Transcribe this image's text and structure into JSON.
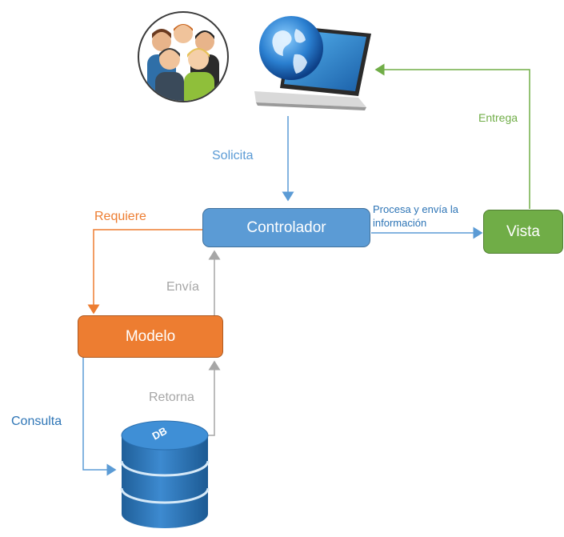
{
  "nodes": {
    "controlador": "Controlador",
    "vista": "Vista",
    "modelo": "Modelo",
    "db": "DB"
  },
  "edges": {
    "solicita": "Solicita",
    "procesa_line1": "Procesa y envía la",
    "procesa_line2": "información",
    "entrega": "Entrega",
    "requiere": "Requiere",
    "envia": "Envía",
    "retorna": "Retorna",
    "consulta": "Consulta"
  },
  "colors": {
    "controlador": "#5b9bd5",
    "vista": "#70ad47",
    "modelo": "#ed7d31",
    "db": "#2e75b6",
    "blue_text": "#5b9bd5",
    "dark_blue_text": "#2e75b6",
    "green_text": "#70ad47",
    "orange_text": "#ed7d31",
    "gray_text": "#a6a6a6"
  },
  "icons": {
    "users": "users-group-icon",
    "laptop": "laptop-globe-icon",
    "database": "database-icon"
  }
}
